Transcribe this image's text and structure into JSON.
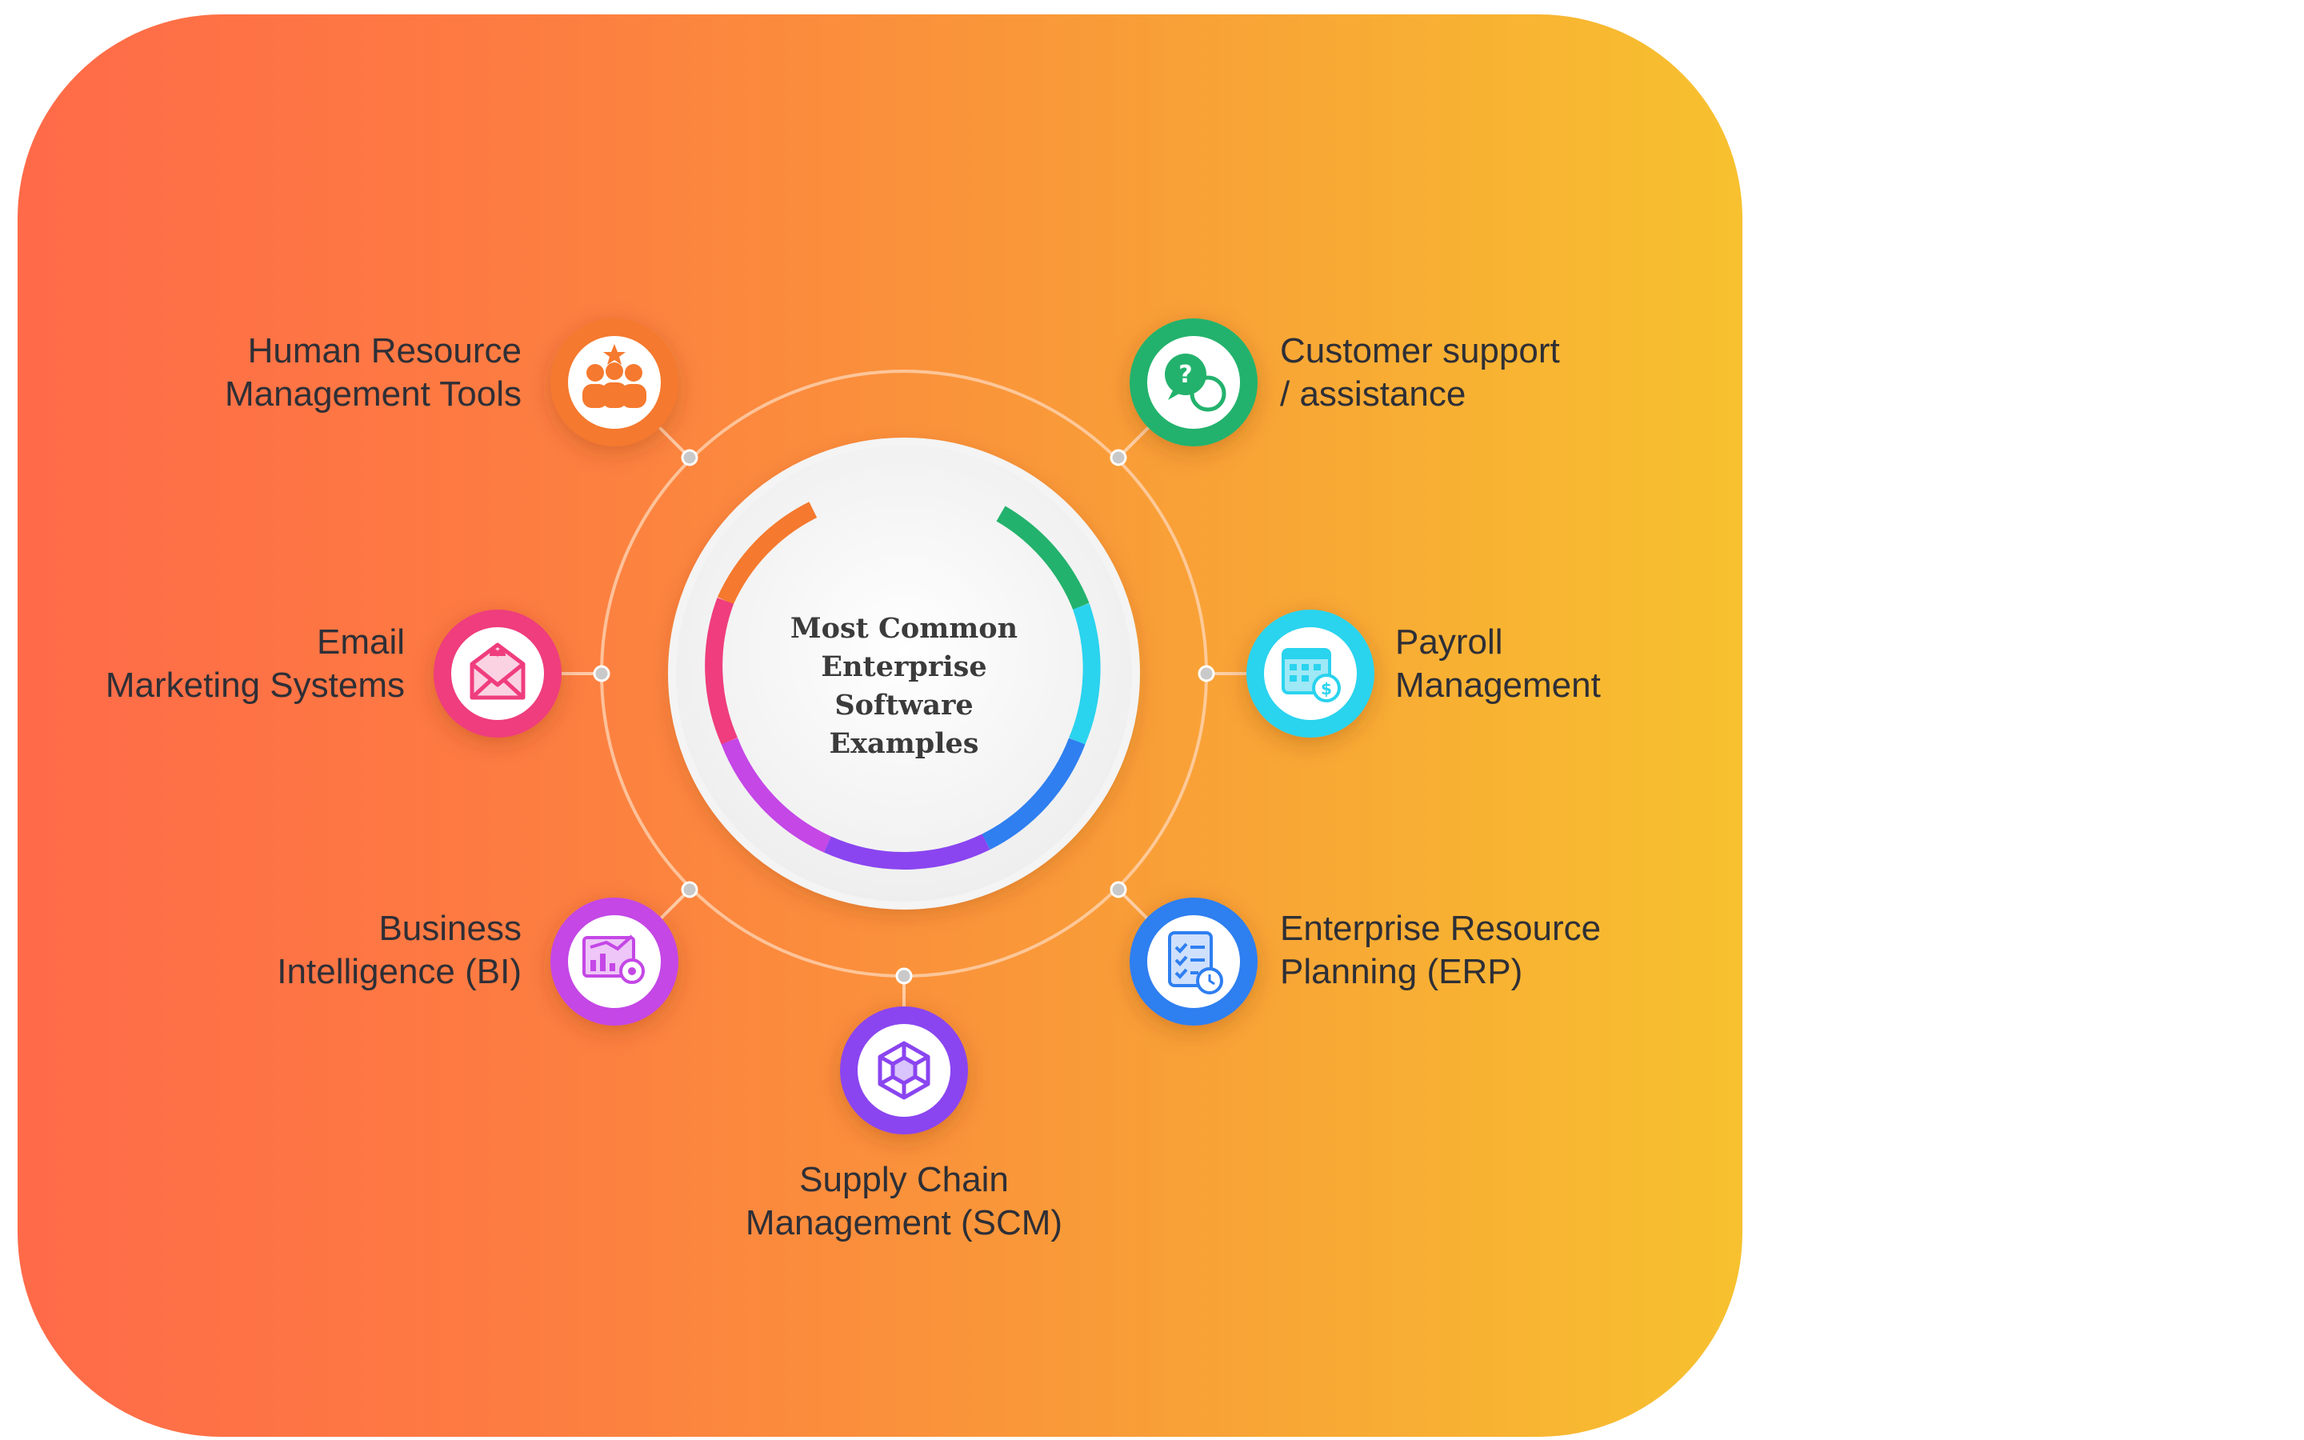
{
  "diagram": {
    "center_title": [
      "Most Common",
      "Enterprise Software",
      "Examples"
    ],
    "items": [
      {
        "lines": [
          "Human Resource",
          "Management Tools"
        ],
        "icon": "people-group-icon",
        "color": "#f5792e"
      },
      {
        "lines": [
          "Customer support",
          "/ assistance"
        ],
        "icon": "chat-question-icon",
        "color": "#23b26d"
      },
      {
        "lines": [
          "Email",
          "Marketing Systems"
        ],
        "icon": "envelope-icon",
        "color": "#ef3d7d"
      },
      {
        "lines": [
          "Payroll",
          "Management"
        ],
        "icon": "calendar-dollar-icon",
        "color": "#2ad3ee"
      },
      {
        "lines": [
          "Business",
          "Intelligence (BI)"
        ],
        "icon": "analytics-dashboard-icon",
        "color": "#c447e6"
      },
      {
        "lines": [
          "Enterprise Resource",
          "Planning (ERP)"
        ],
        "icon": "checklist-clock-icon",
        "color": "#2f7ff0"
      },
      {
        "lines": [
          "Supply Chain",
          "Management (SCM)"
        ],
        "icon": "cube-network-icon",
        "color": "#8a45f0"
      }
    ]
  }
}
